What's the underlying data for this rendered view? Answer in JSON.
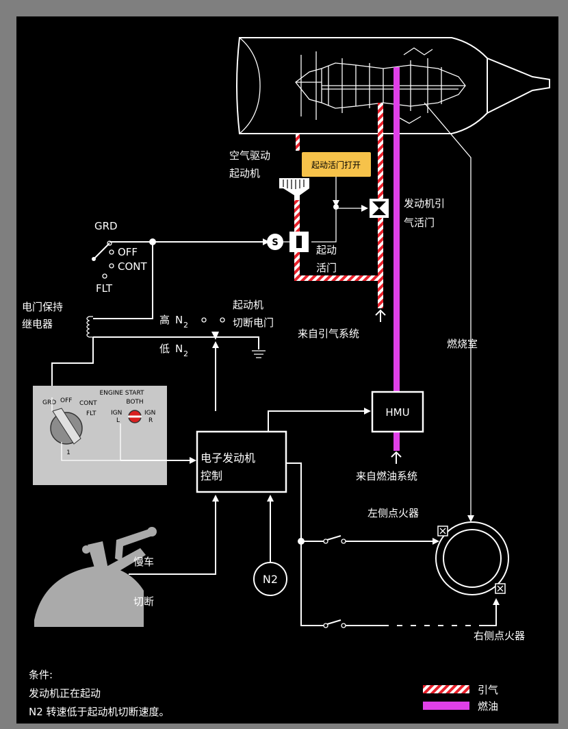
{
  "labels": {
    "air_starter_line1": "空气驱动",
    "air_starter_line2": "起动机",
    "start_valve_open_alert": "起动活门打开",
    "engine_bleed_valve_line1": "发动机引",
    "engine_bleed_valve_line2": "气活门",
    "start_valve_line1": "起动",
    "start_valve_line2": "活门",
    "solenoid": "S",
    "from_bleed_system": "来自引气系统",
    "from_fuel_system": "来自燃油系统",
    "hmu": "HMU",
    "combustor": "燃烧室",
    "holding_relay_line1": "电门保持",
    "holding_relay_line2": "继电器",
    "high_n2": "高",
    "low_n2": "低",
    "n2_main": "N",
    "n2_sub": "2",
    "starter_cutout_line1": "起动机",
    "starter_cutout_line2": "切断电门",
    "eec_line1": "电子发动机",
    "eec_line2": "控制",
    "n2_sensor": "N2",
    "idle": "慢车",
    "cutoff": "切断",
    "left_igniter": "左侧点火器",
    "right_igniter": "右侧点火器"
  },
  "switch_positions": {
    "grd": "GRD",
    "off": "OFF",
    "cont": "CONT",
    "flt": "FLT"
  },
  "panel": {
    "title": "ENGINE START",
    "knob_labels": {
      "grd": "GRD",
      "off": "OFF",
      "cont": "CONT",
      "flt": "FLT"
    },
    "knob_number": "1",
    "ign_title": "BOTH",
    "ign_l_line1": "IGN",
    "ign_l_line2": "L",
    "ign_r_line1": "IGN",
    "ign_r_line2": "R"
  },
  "conditions": {
    "title": "条件:",
    "line1": "发动机正在起动",
    "line2": "N2 转速低于起动机切断速度。"
  },
  "legend": {
    "bleed": "引气",
    "fuel": "燃油"
  },
  "colors": {
    "background_panel": "#000000",
    "frame": "#7f7f7f",
    "bleed_red": "#e8202a",
    "fuel_magenta": "#e040e8",
    "alert_amber": "#f6c24a",
    "ignition_knob_red": "#d92020"
  }
}
